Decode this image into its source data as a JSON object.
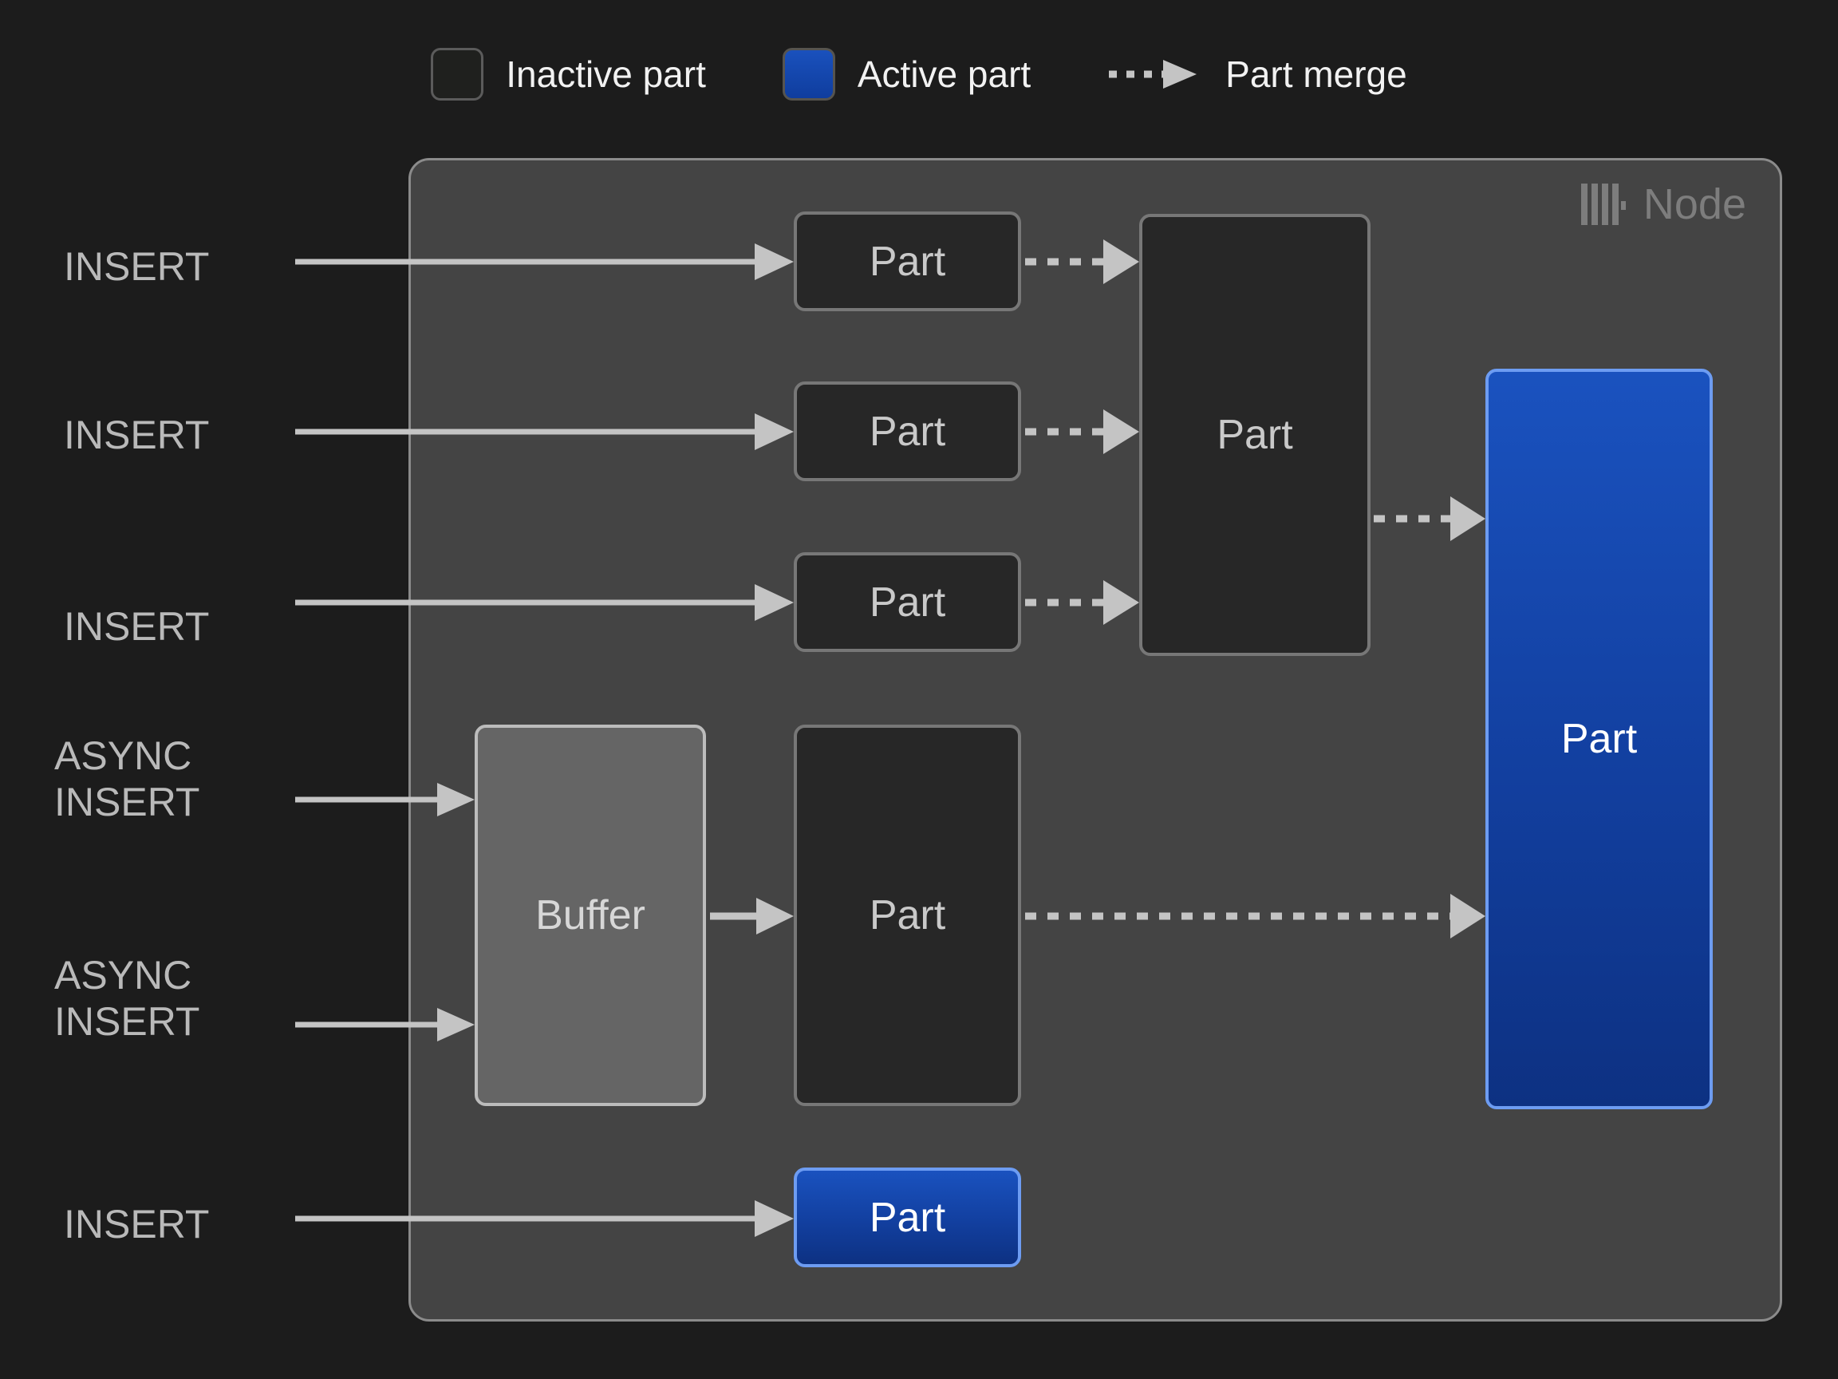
{
  "page": {
    "background_color": "#1c1c1c",
    "title": "ClickHouse node part merge diagram"
  },
  "legend": {
    "items": [
      {
        "icon": "inactive-part-swatch",
        "label": "Inactive part",
        "color": "#1f201e",
        "border_color": "#5b5b5b"
      },
      {
        "icon": "active-part-swatch",
        "label": "Active part",
        "color": "#1345ad",
        "border_color": "#56544f"
      },
      {
        "icon": "part-merge-arrow",
        "label": "Part merge",
        "color": "#c4c4c4"
      }
    ]
  },
  "node": {
    "badge_label": "Node",
    "badge_icon": "clickhouse-logo-icon",
    "background_color": "#444444",
    "border_color": "#8b8b8b"
  },
  "inputs": [
    {
      "id": "insert-1",
      "label": "INSERT"
    },
    {
      "id": "insert-2",
      "label": "INSERT"
    },
    {
      "id": "insert-3",
      "label": "INSERT"
    },
    {
      "id": "async-insert-1",
      "label": "ASYNC\nINSERT"
    },
    {
      "id": "async-insert-2",
      "label": "ASYNC\nINSERT"
    },
    {
      "id": "insert-4",
      "label": "INSERT"
    }
  ],
  "boxes": [
    {
      "id": "part-row-1",
      "label": "Part",
      "state": "inactive"
    },
    {
      "id": "part-row-2",
      "label": "Part",
      "state": "inactive"
    },
    {
      "id": "part-row-3",
      "label": "Part",
      "state": "inactive"
    },
    {
      "id": "part-merged",
      "label": "Part",
      "state": "inactive"
    },
    {
      "id": "buffer",
      "label": "Buffer",
      "state": "buffer"
    },
    {
      "id": "part-buffer",
      "label": "Part",
      "state": "inactive"
    },
    {
      "id": "part-active-large",
      "label": "Part",
      "state": "active"
    },
    {
      "id": "part-active-small",
      "label": "Part",
      "state": "active"
    }
  ],
  "colors": {
    "inactive_fill": "#272727",
    "inactive_border": "#777777",
    "active_fill": "#1345ad",
    "active_border": "#6d9cf2",
    "buffer_fill": "#656565",
    "buffer_border": "#bcbcbc",
    "wire": "#c4c4c4",
    "text_light": "#c9c9c9",
    "text_label": "#b9b9b9"
  }
}
